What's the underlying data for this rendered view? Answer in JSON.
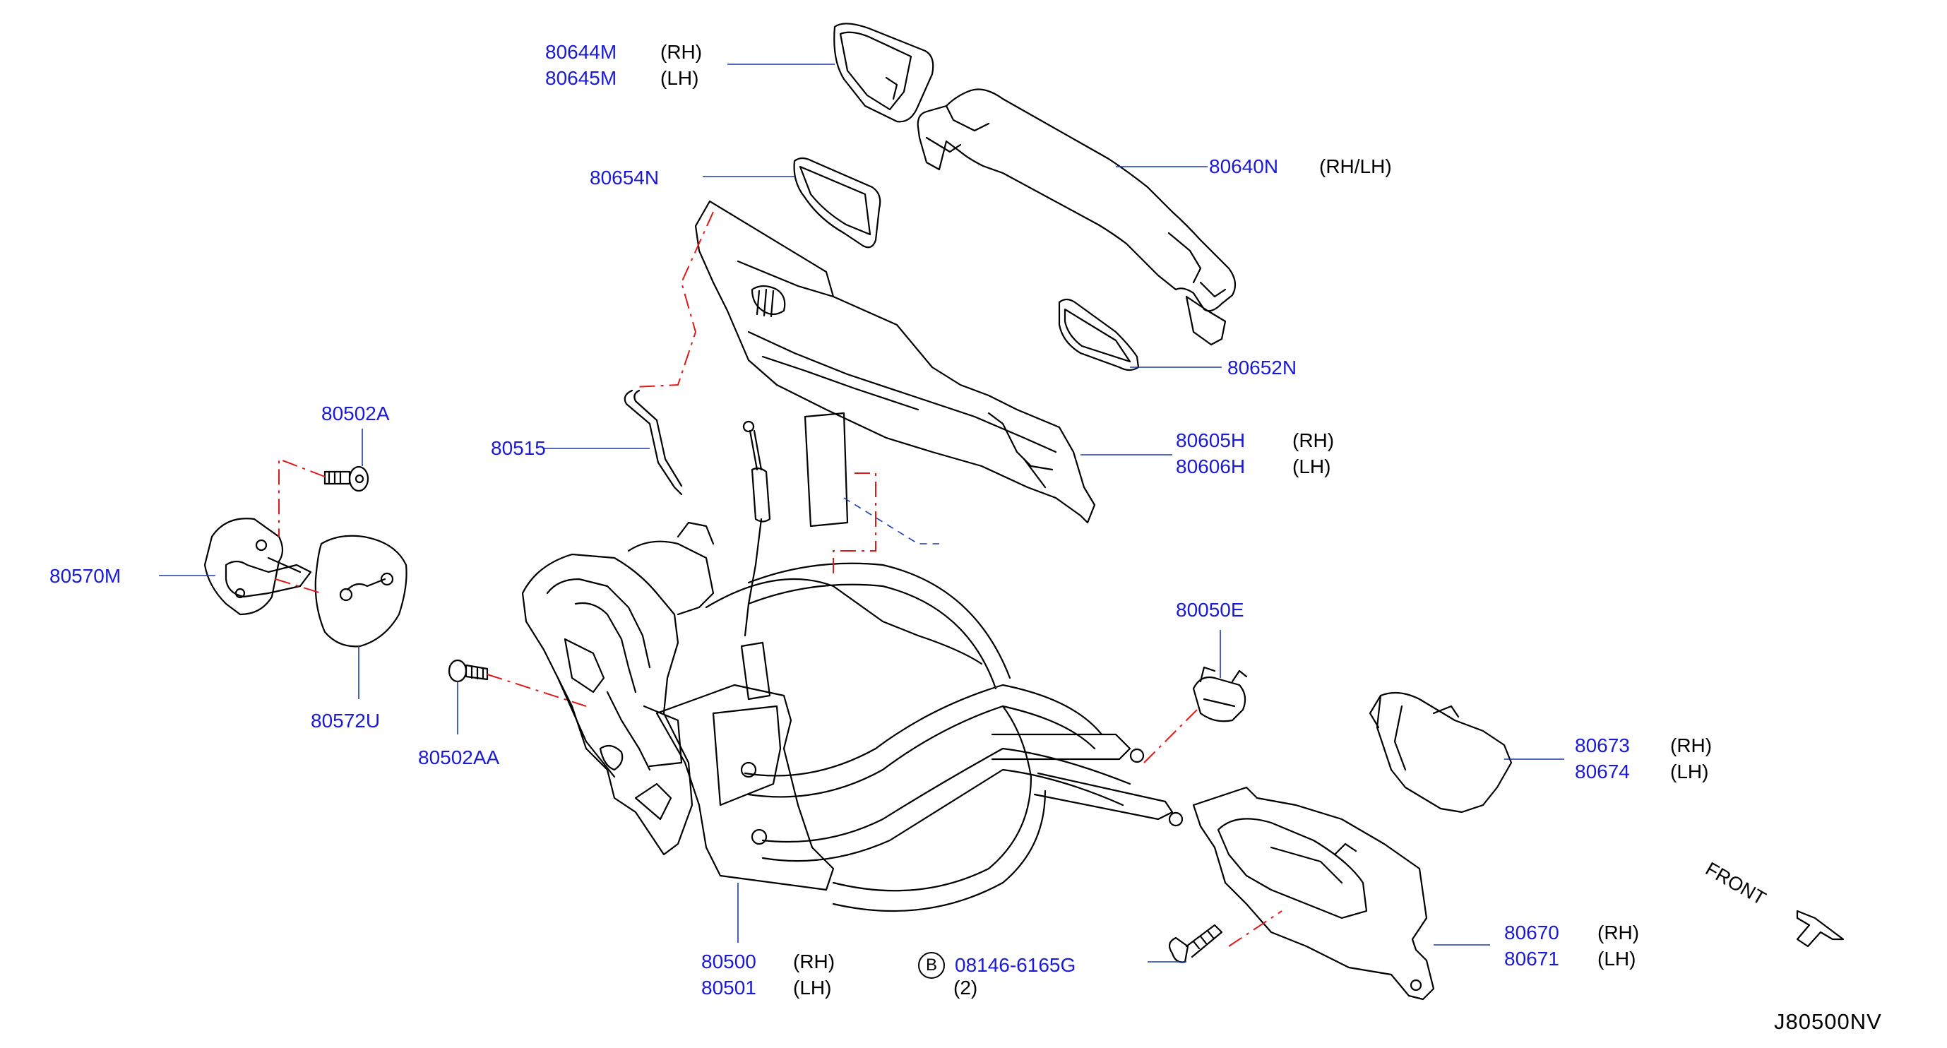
{
  "diagram_code": "J80500NV",
  "front_label": "FRONT",
  "bolt_marker": "B",
  "callouts": {
    "p80644M": {
      "part": "80644M",
      "qual": "(RH)"
    },
    "p80645M": {
      "part": "80645M",
      "qual": "(LH)"
    },
    "p80640N": {
      "part": "80640N",
      "qual": "(RH/LH)"
    },
    "p80654N": {
      "part": "80654N"
    },
    "p80652N": {
      "part": "80652N"
    },
    "p80605H": {
      "part": "80605H",
      "qual": "(RH)"
    },
    "p80606H": {
      "part": "80606H",
      "qual": "(LH)"
    },
    "p80502A": {
      "part": "80502A"
    },
    "p80515": {
      "part": "80515"
    },
    "p80570M": {
      "part": "80570M"
    },
    "p80572U": {
      "part": "80572U"
    },
    "p80502AA": {
      "part": "80502AA"
    },
    "p80050E": {
      "part": "80050E"
    },
    "p80673": {
      "part": "80673",
      "qual": "(RH)"
    },
    "p80674": {
      "part": "80674",
      "qual": "(LH)"
    },
    "p80500": {
      "part": "80500",
      "qual": "(RH)"
    },
    "p80501": {
      "part": "80501",
      "qual": "(LH)"
    },
    "p08146": {
      "part": "08146-6165G",
      "qual": "(2)"
    },
    "p80670": {
      "part": "80670",
      "qual": "(RH)"
    },
    "p80671": {
      "part": "80671",
      "qual": "(LH)"
    }
  },
  "colors": {
    "part_number": "#1a1ad6",
    "leader": "#1a3aa8",
    "dash": "#e01818",
    "line": "#000000"
  }
}
